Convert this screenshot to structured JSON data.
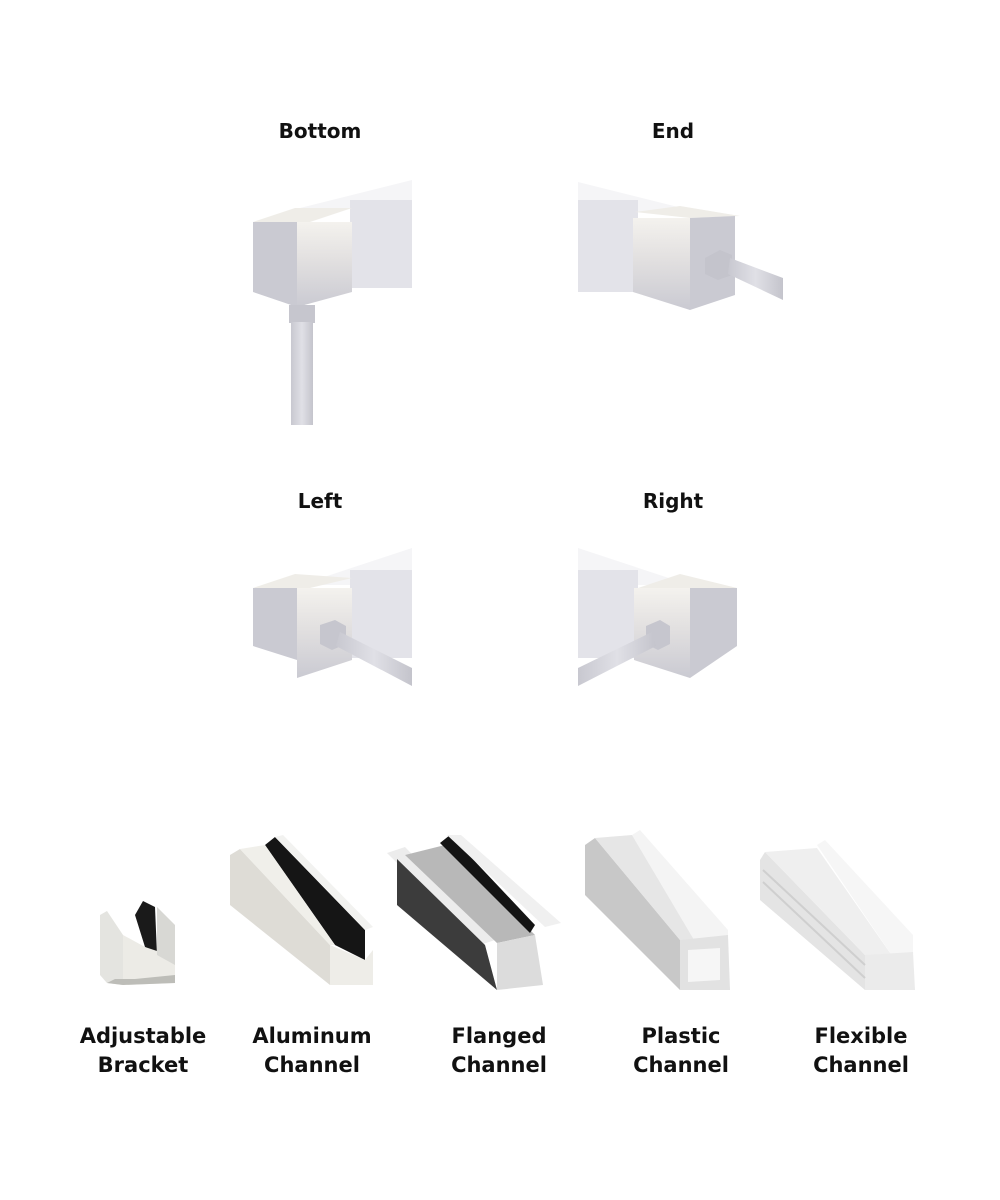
{
  "connectors": [
    {
      "label": "Bottom"
    },
    {
      "label": "End"
    },
    {
      "label": "Left"
    },
    {
      "label": "Right"
    }
  ],
  "channels": [
    {
      "line1": "Adjustable",
      "line2": "Bracket"
    },
    {
      "line1": "Aluminum",
      "line2": "Channel"
    },
    {
      "line1": "Flanged",
      "line2": "Channel"
    },
    {
      "line1": "Plastic",
      "line2": "Channel"
    },
    {
      "line1": "Flexible",
      "line2": "Channel"
    }
  ]
}
